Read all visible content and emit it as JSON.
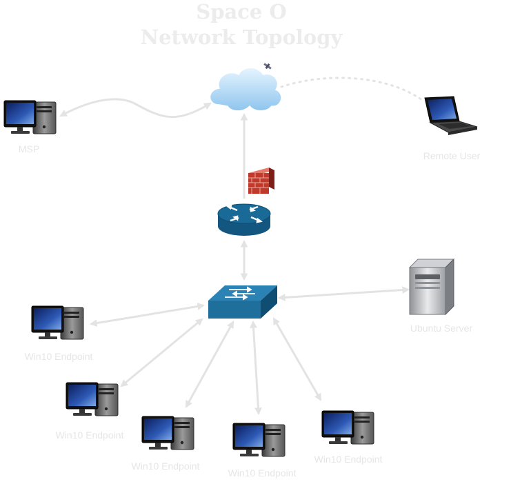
{
  "diagram": {
    "title_line1": "Space O",
    "title_line2": "Network Topology",
    "nodes": {
      "msp": {
        "label": "MSP",
        "icon": "desktop-computer-icon"
      },
      "internet": {
        "label": "",
        "icon": "cloud-icon"
      },
      "satellite": {
        "label": "",
        "icon": "satellite-icon"
      },
      "remote_user": {
        "label": "Remote User",
        "icon": "laptop-icon"
      },
      "firewall": {
        "label": "",
        "icon": "firewall-icon"
      },
      "router": {
        "label": "",
        "icon": "router-icon"
      },
      "switch": {
        "label": "",
        "icon": "switch-icon"
      },
      "ubuntu_server": {
        "label": "Ubuntu Server",
        "icon": "server-icon"
      },
      "endpoints": [
        {
          "label": "Win10 Endpoint",
          "icon": "desktop-computer-icon"
        },
        {
          "label": "Win10 Endpoint",
          "icon": "desktop-computer-icon"
        },
        {
          "label": "Win10 Endpoint",
          "icon": "desktop-computer-icon"
        },
        {
          "label": "Win10 Endpoint",
          "icon": "desktop-computer-icon"
        },
        {
          "label": "Win10 Endpoint",
          "icon": "desktop-computer-icon"
        }
      ]
    },
    "colors": {
      "switch_blue": "#1e6f9c",
      "router_blue": "#1a6a98",
      "cloud_blue": "#a9d3f2",
      "firewall_red": "#c0392b",
      "text_faint": "#e6e6e6"
    }
  }
}
